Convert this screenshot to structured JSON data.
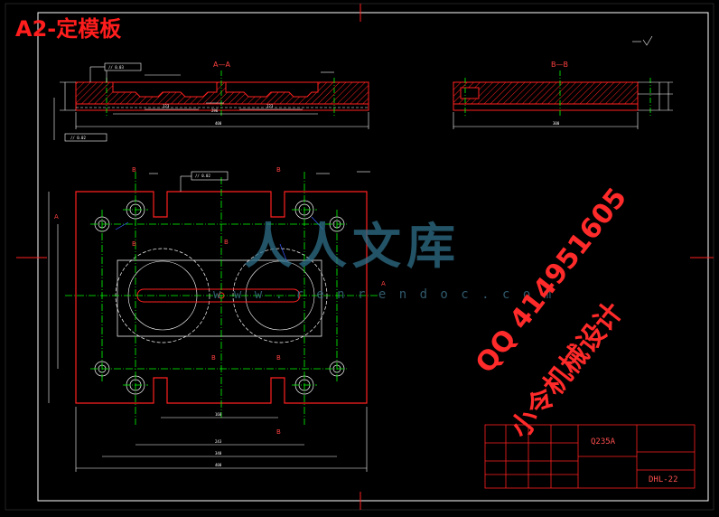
{
  "sheet": {
    "title": "A2-定模板",
    "watermark_cn": "人人文库",
    "watermark_url": "w w w . r e n r e n d o c . c o m",
    "promo_qq": "QQ 414951605",
    "promo_name": "小令机械设计"
  },
  "views": {
    "section_aa": "A—A",
    "section_bb": "B—B"
  },
  "title_block": {
    "material": "Q235A",
    "drawing_no": "DHL-22"
  },
  "colors": {
    "background": "#000000",
    "outline": "#ff2020",
    "hatch": "#ff2020",
    "dimension": "#ffffff",
    "centerline": "#00ff00",
    "leader": "#3c5cff",
    "hidden": "#ffffff"
  }
}
